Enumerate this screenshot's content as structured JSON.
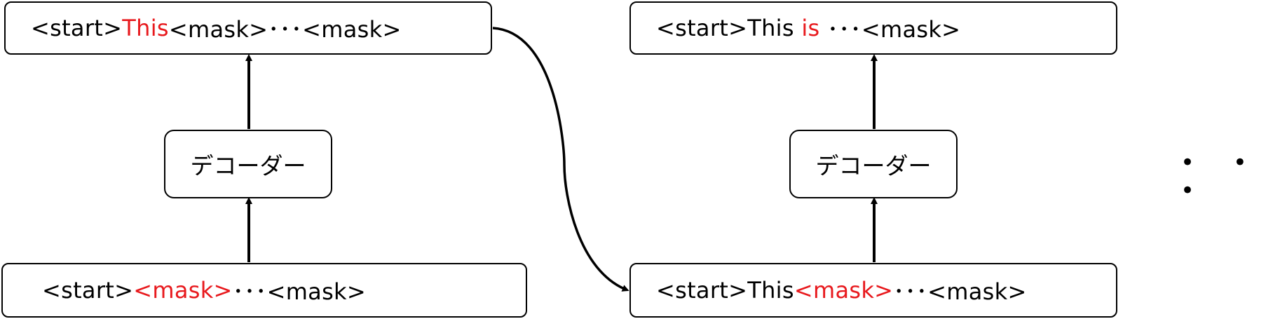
{
  "diagram": {
    "step1": {
      "output": {
        "prefix": "<start>",
        "highlight": "This",
        "suffix": "<mask>･･･<mask>"
      },
      "decoder_label": "デコーダー",
      "input": {
        "prefix": "<start>",
        "highlight": "<mask>",
        "suffix": "･･･<mask>"
      }
    },
    "step2": {
      "output": {
        "prefix": "<start>This ",
        "highlight": "is",
        "suffix": " ･･･<mask>"
      },
      "decoder_label": "デコーダー",
      "input": {
        "prefix": "<start>This",
        "highlight": "<mask>",
        "suffix": "･･･<mask>"
      }
    },
    "continuation": "• • •",
    "colors": {
      "highlight": "#e8191d",
      "stroke": "#000000"
    }
  }
}
